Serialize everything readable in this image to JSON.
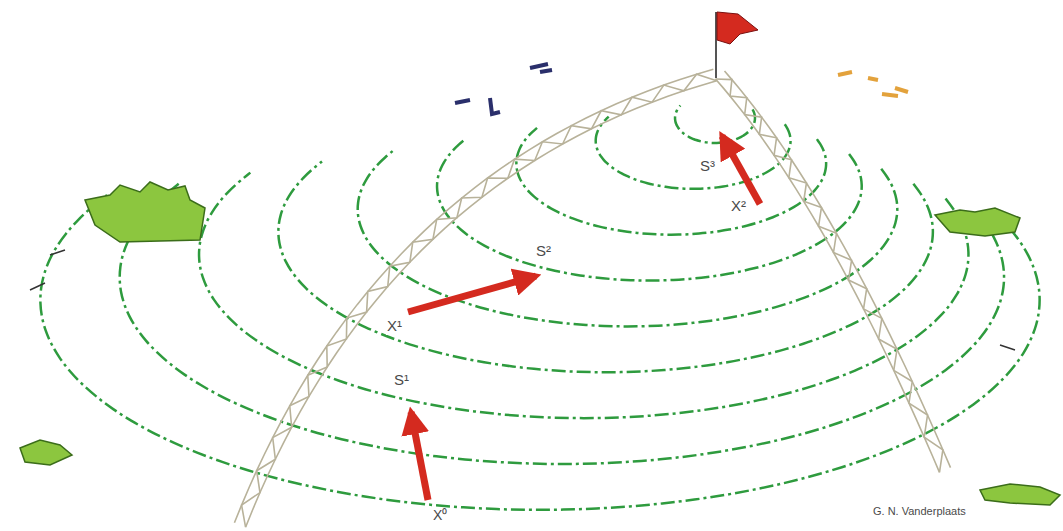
{
  "diagram": {
    "labels": [
      "X⁰",
      "S¹",
      "X¹",
      "S²",
      "X²",
      "S³",
      "G. N. Vanderplaats"
    ]
  }
}
